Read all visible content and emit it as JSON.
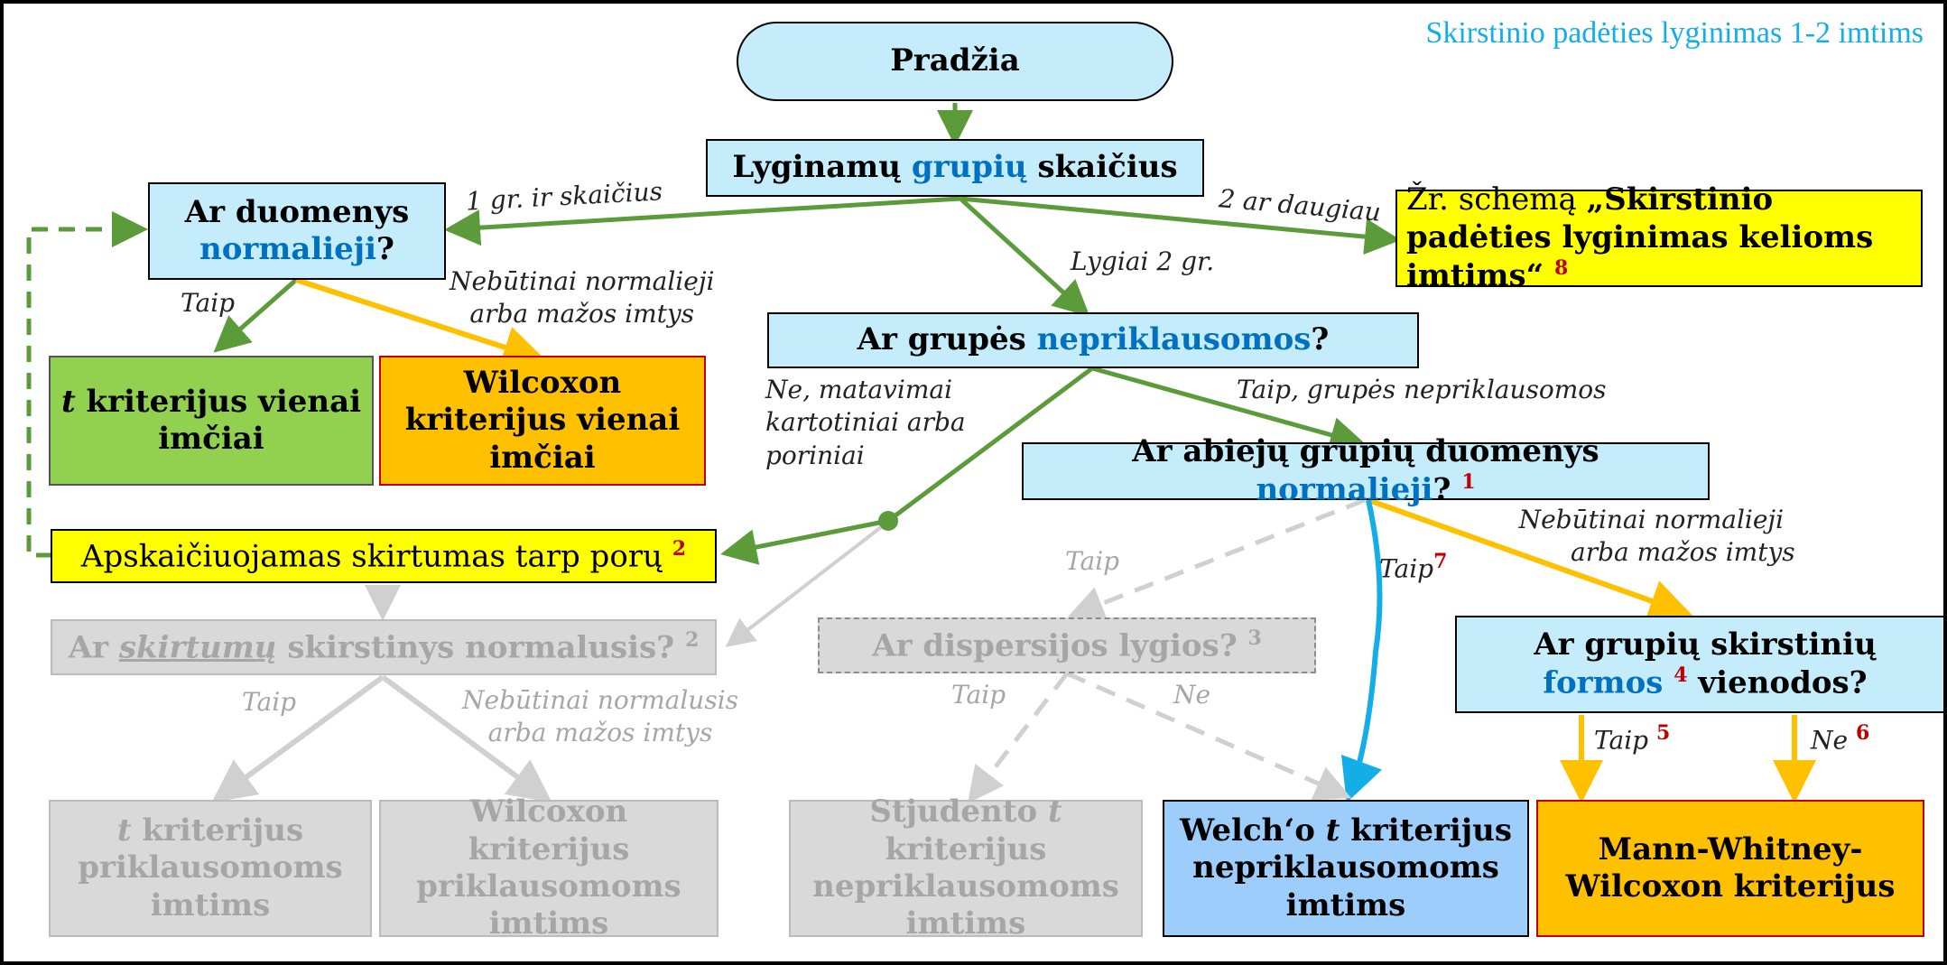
{
  "title": "Skirstinio padėties lyginimas 1-2 imtims",
  "colors": {
    "green": "#5b9b3a",
    "amber": "#ffc000",
    "gray": "#d0d0d0",
    "blue": "#13aee8",
    "dashed_green": "#5b9b3a"
  },
  "nodes": {
    "start": "Pradžia",
    "group_count": {
      "pre": "Lyginamų ",
      "hl": "grupių",
      "post": " skaičius"
    },
    "normal_q": {
      "pre": "Ar duomenys ",
      "hl": "normalieji",
      "post": "?"
    },
    "see_scheme": {
      "pre": "Žr. schemą ",
      "bold": "„Skirstinio padėties lyginimas kelioms imtims“",
      "sup": "8"
    },
    "t_one": {
      "ital": "t",
      "post": " kriterijus vienai imčiai"
    },
    "wilcoxon_one": "Wilcoxon kriterijus vienai imčiai",
    "independent_q": {
      "pre": "Ar grupės ",
      "hl": "nepriklausomos",
      "post": "?"
    },
    "both_normal_q": {
      "pre": "Ar abiejų grupių duomenys ",
      "hl": "normalieji",
      "post": "?",
      "sup": "1"
    },
    "diff_calc": {
      "text": "Apskaičiuojamas skirtumas tarp porų",
      "sup": "2"
    },
    "diff_normal_q": {
      "pre": "Ar ",
      "ital": "skirtumų",
      "post": " skirstinys normalusis?",
      "sup": "2"
    },
    "variance_q": {
      "text": "Ar dispersijos lygios?",
      "sup": "3"
    },
    "shape_q": {
      "pre": "Ar grupių skirstinių ",
      "hl": "formos",
      "sup": "4",
      "post": " vienodos?"
    },
    "t_paired": {
      "ital": "t",
      "post": " kriterijus priklausomoms imtims"
    },
    "wilcoxon_paired": "Wilcoxon kriterijus priklausomoms imtims",
    "student_t": {
      "pre": "Stjudento ",
      "ital": "t",
      "post": " kriterijus nepriklausomoms imtims"
    },
    "welch_t": {
      "pre": "Welch‘o ",
      "ital": "t",
      "post": " kriterijus nepriklausomoms imtims"
    },
    "mann_whitney": "Mann-Whitney-Wilcoxon kriterijus"
  },
  "edge_labels": {
    "one_group": "1 gr. ir skaičius",
    "two_or_more": "2 ar daugiau",
    "equal_two": "Lygiai 2 gr.",
    "taip_1": "Taip",
    "not_normal_1a": "Nebūtinai normalieji",
    "not_normal_1b": "arba mažos imtys",
    "paired_a": "Ne, matavimai",
    "paired_b": "kartotiniai arba",
    "paired_c": "poriniai",
    "independent_yes": "Taip, grupės nepriklausomos",
    "not_normal_2a": "Nebūtinai normalieji",
    "not_normal_2b": "arba mažos imtys",
    "taip_gray_var": "Taip",
    "taip7": "Taip",
    "taip7_sup": "7",
    "taip_gray_diff": "Taip",
    "not_normal_gray_a": "Nebūtinai normalusis",
    "not_normal_gray_b": "arba mažos imtys",
    "taip_gray_student": "Taip",
    "ne_gray": "Ne",
    "taip5": "Taip",
    "taip5_sup": "5",
    "ne6": "Ne",
    "ne6_sup": "6"
  }
}
